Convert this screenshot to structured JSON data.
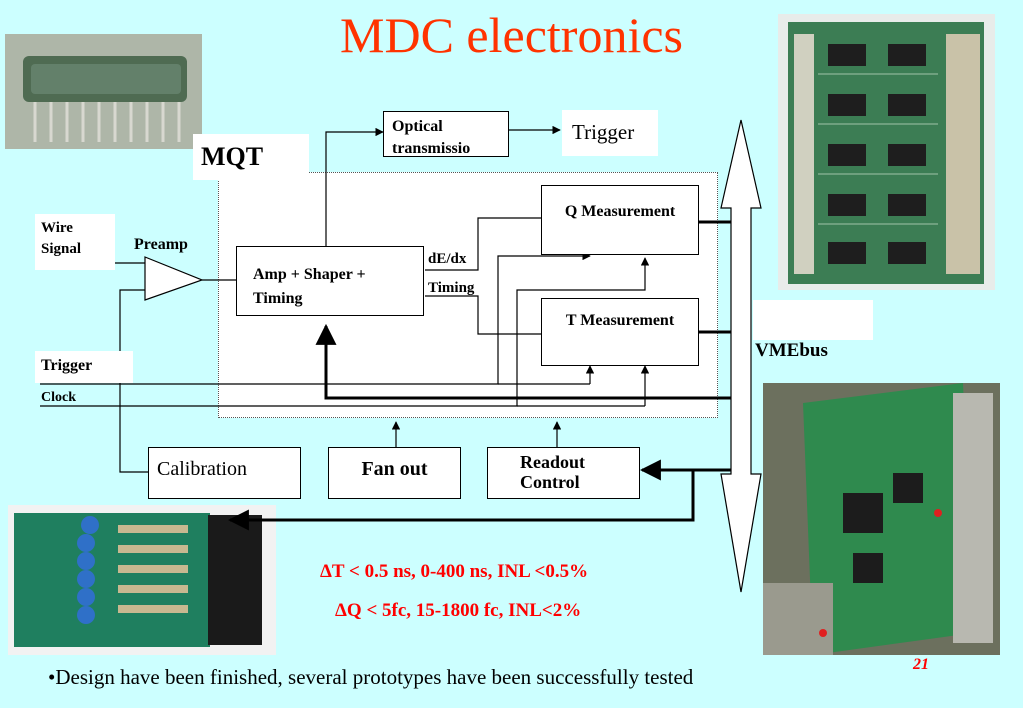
{
  "title": "MDC electronics",
  "diagram": {
    "mqt_label": "MQT",
    "optical_label": "Optical transmissio",
    "trigger_out_label": "Trigger",
    "wire_signal_label": "Wire Signal",
    "preamp_label": "Preamp",
    "amp_shaper_label": "Amp + Shaper + Timing",
    "de_dx_label": "dE/dx",
    "timing_label": "Timing",
    "q_measurement_label": "Q Measurement",
    "t_measurement_label": "T Measurement",
    "vmebus_label": "VMEbus",
    "trigger_in_label": "Trigger",
    "clock_label": "Clock",
    "calibration_label": "Calibration",
    "fanout_label": "Fan out",
    "readout_label": "Readout Control"
  },
  "specs": {
    "dt_spec": "ΔT < 0.5 ns, 0-400 ns, INL <0.5%",
    "dq_spec": "ΔQ < 5fc,  15-1800 fc, INL<2%"
  },
  "page_number": "21",
  "bullet_text": "•Design  have been finished, several prototypes have been successfully tested"
}
